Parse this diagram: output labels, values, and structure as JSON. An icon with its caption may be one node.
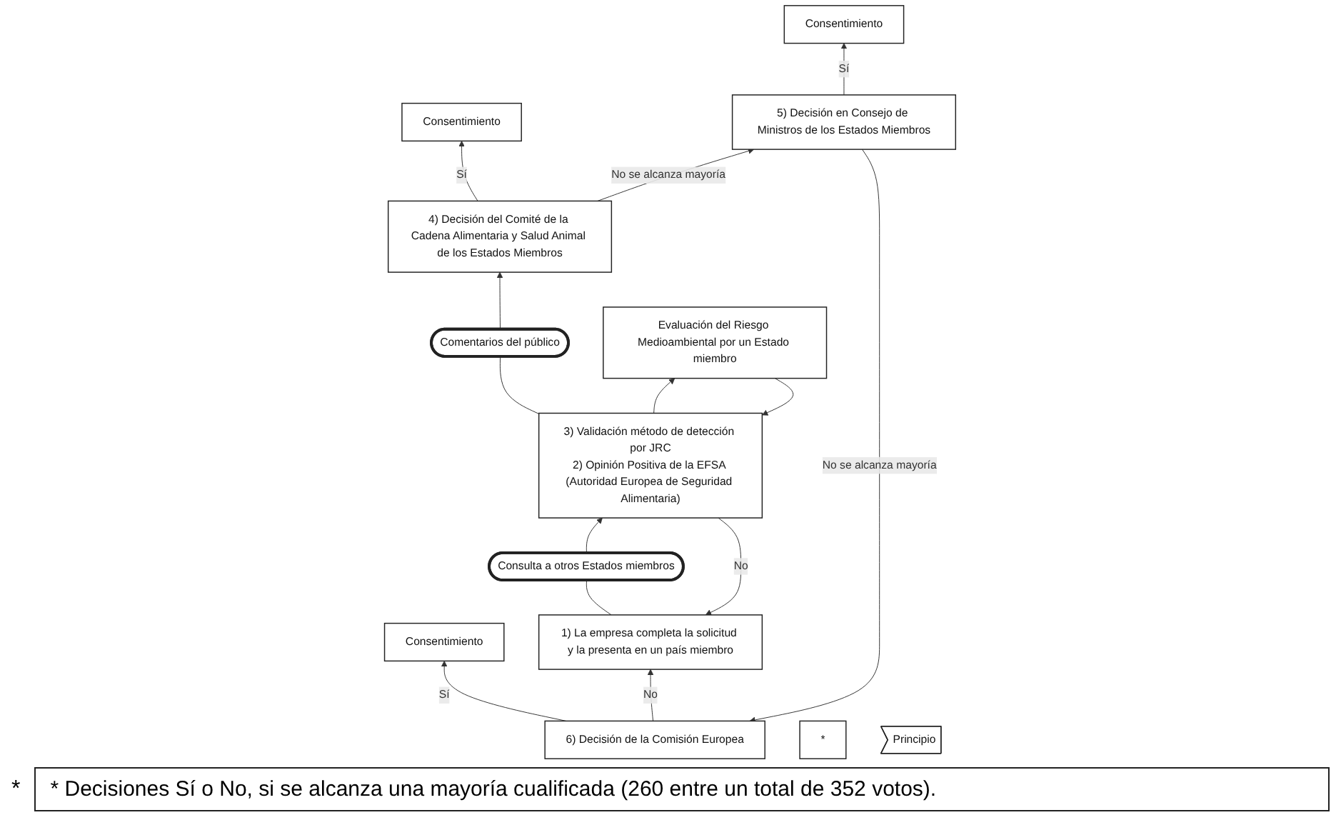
{
  "diagram": {
    "nodes": [
      {
        "text": [
          "6) Decisión de la Comisión Europea"
        ]
      },
      {
        "text": [
          "Consentimiento"
        ]
      },
      {
        "text": [
          "5) Decisión en Consejo de Ministros de los Estados Miembros"
        ]
      },
      {
        "text": [
          "Consentimiento"
        ]
      },
      {
        "text": [
          "*"
        ]
      },
      {
        "text": [
          "4) Decisión del Comité de la Cadena Alimentaria y Salud Animal de los Estados Miembros"
        ]
      },
      {
        "text": [
          "Consentimiento"
        ]
      },
      {
        "text": [
          "Comentarios del público"
        ]
      },
      {
        "text": [
          "3) Validación método de detección por JRC",
          "2) Opinión Positiva de la EFSA (Autoridad Europea de Seguridad Alimentaria)"
        ]
      },
      {
        "text": [
          "Principio"
        ]
      },
      {
        "text": [
          "1) La empresa completa la solicitud y la presenta en un país miembro"
        ]
      },
      {
        "text": [
          "Consulta a otros Estados miembros"
        ]
      },
      {
        "text": [
          "Evaluación del Riesgo Medioambiental por un Estado miembro"
        ]
      }
    ],
    "edges": [
      {
        "from": 0,
        "to": 1,
        "arrow": "to",
        "label": "Sí"
      },
      {
        "from": 2,
        "to": 3,
        "arrow": "to",
        "label": "Sí"
      },
      {
        "from": 5,
        "to": 6,
        "arrow": "to",
        "label": "Sí"
      },
      {
        "from": 2,
        "to": 0,
        "arrow": "to",
        "label": "No se alcanza mayoría"
      },
      {
        "from": 5,
        "to": 2,
        "arrow": "to",
        "label": "No se alcanza mayoría"
      },
      {
        "from": 0,
        "to": 10,
        "arrow": "to",
        "label": "No"
      },
      {
        "from": 8,
        "to": 10,
        "arrow": "to",
        "label": "No"
      },
      {
        "from": 10,
        "to": 11,
        "arrow": "none"
      },
      {
        "from": 11,
        "to": 8,
        "arrow": "to"
      },
      {
        "from": 8,
        "to": 7,
        "arrow": "none"
      },
      {
        "from": 7,
        "to": 5,
        "arrow": "to"
      },
      {
        "from": 8,
        "to": 12,
        "arrow": "to"
      },
      {
        "from": 12,
        "to": 8,
        "arrow": "to"
      }
    ],
    "labels": [
      "*",
      "* Decisiones Sí o No, si se alcanza una mayoría cualificada (260 entre un total de 352 votos)."
    ]
  }
}
